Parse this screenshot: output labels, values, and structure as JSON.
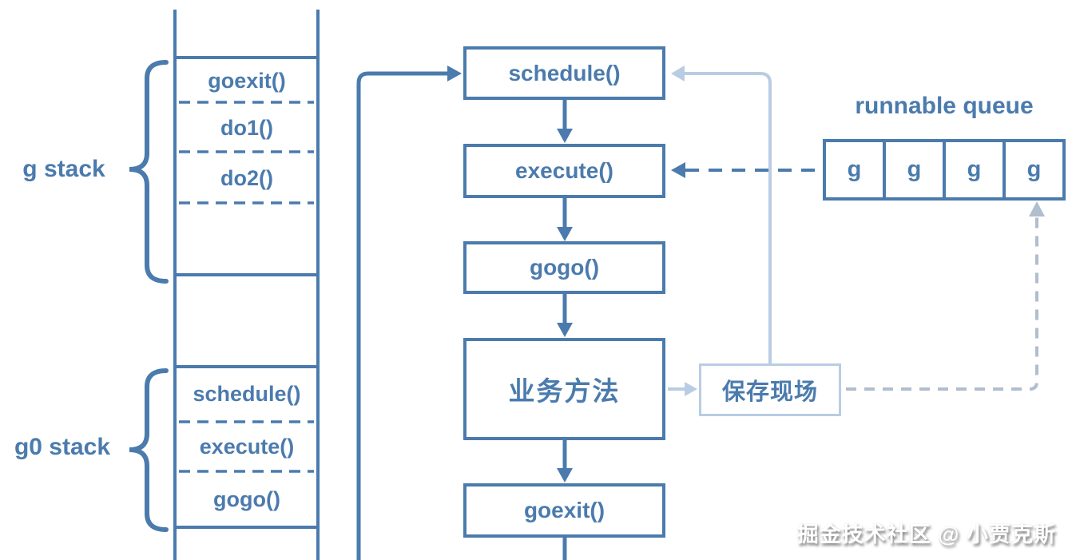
{
  "colors": {
    "primary": "#4b7bad",
    "light": "#b8cde3",
    "muted": "#b0becd"
  },
  "left_panel": {
    "g_stack": {
      "label": "g stack",
      "frames": [
        "goexit()",
        "do1()",
        "do2()"
      ]
    },
    "g0_stack": {
      "label": "g0 stack",
      "frames": [
        "schedule()",
        "execute()",
        "gogo()"
      ]
    }
  },
  "flowchart": {
    "nodes": [
      "schedule()",
      "execute()",
      "gogo()",
      "业务方法",
      "goexit()"
    ]
  },
  "runnable_queue": {
    "title": "runnable queue",
    "cells": [
      "g",
      "g",
      "g",
      "g"
    ]
  },
  "save_context": {
    "label": "保存现场"
  },
  "watermark": {
    "text": "掘金技术社区 @ 小贾克斯"
  }
}
